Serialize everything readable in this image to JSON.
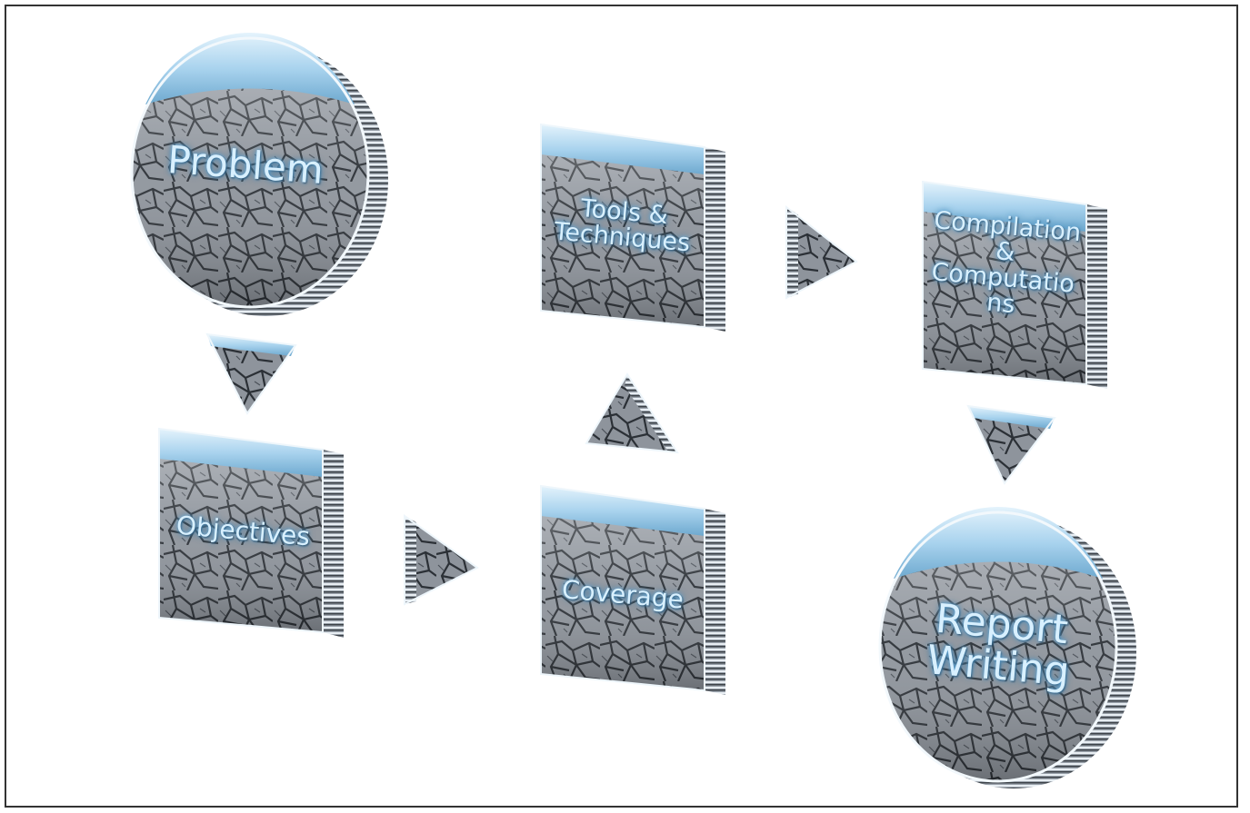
{
  "diagram": {
    "nodes": {
      "problem": {
        "label": "Problem"
      },
      "objectives": {
        "label": "Objectives"
      },
      "coverage": {
        "label": "Coverage"
      },
      "tools": {
        "label_line1": "Tools &",
        "label_line2": "Techniques"
      },
      "compilation": {
        "label_line1": "Compilation",
        "label_line2": "&",
        "label_line3": "Computatio",
        "label_line4": "ns"
      },
      "report": {
        "label_line1": "Report",
        "label_line2": "Writing"
      }
    },
    "colors": {
      "sky_top": "#d6ecfa",
      "sky_band": "#8fc4e6",
      "ground_dark": "#3a3f46",
      "ground_light": "#b9bec6",
      "label_glow": "#6fb8e8",
      "frame_border": "#333333"
    }
  }
}
